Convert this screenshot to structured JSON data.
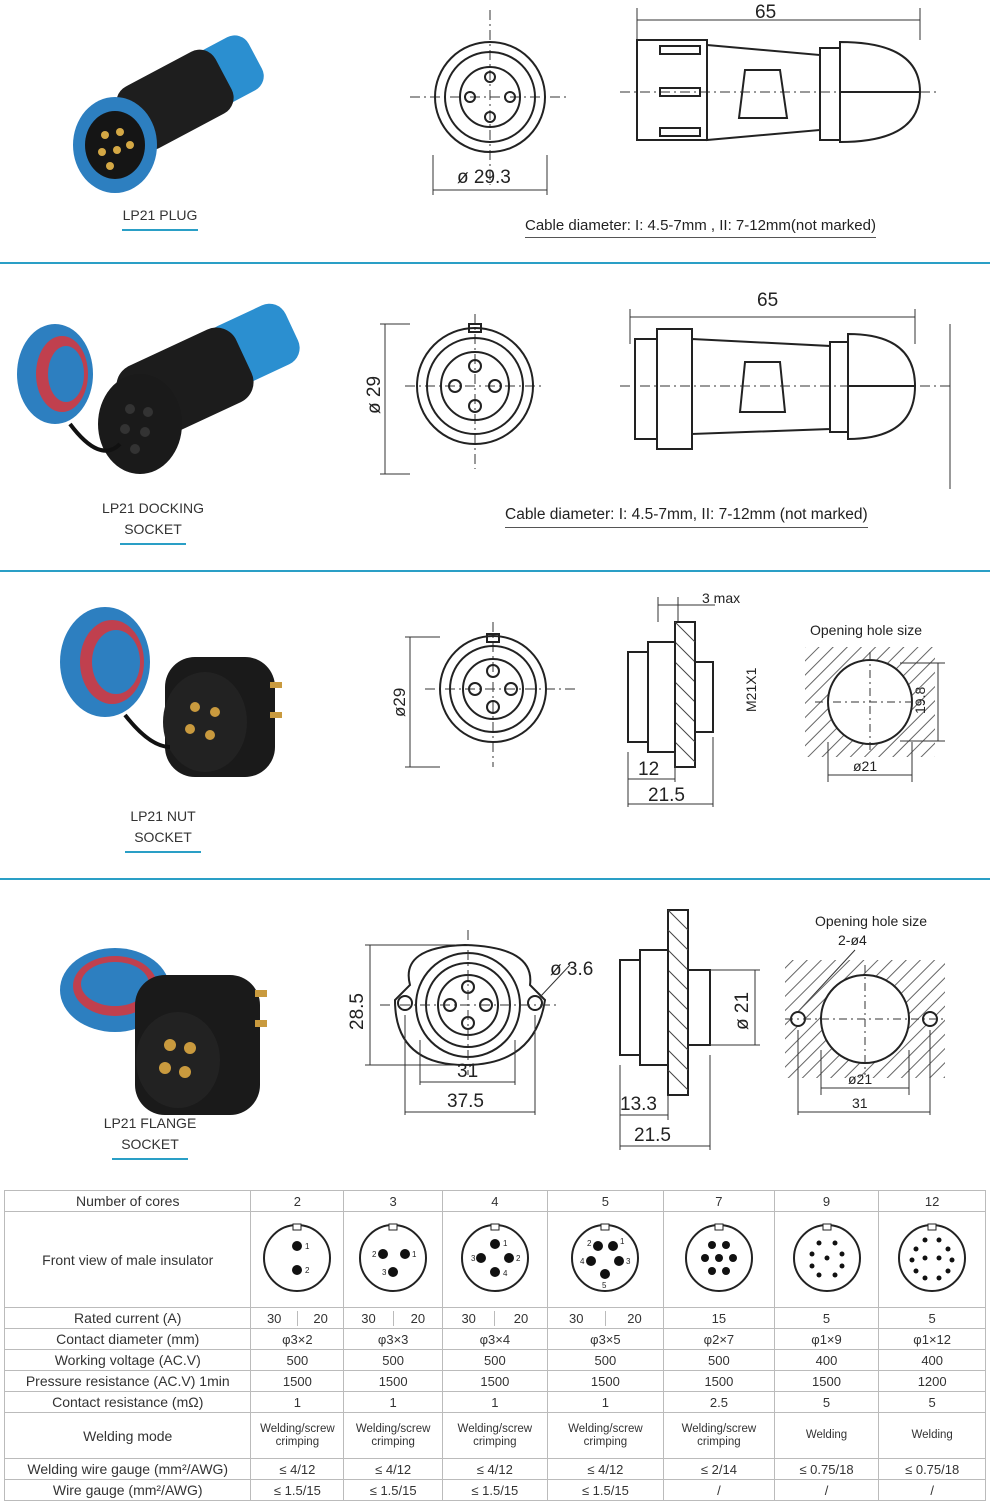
{
  "sections": [
    {
      "caption": "LP21 PLUG",
      "dim_length": "65",
      "dim_diameter": "ø 29.3",
      "cable_note": "Cable diameter: I: 4.5-7mm , II: 7-12mm(not marked)"
    },
    {
      "caption_line1": "LP21 DOCKING",
      "caption_line2": "SOCKET",
      "dim_length": "65",
      "dim_diameter": "ø 29",
      "cable_note": "Cable diameter: I: 4.5-7mm, II: 7-12mm (not marked)"
    },
    {
      "caption_line1": "LP21 NUT",
      "caption_line2": "SOCKET",
      "dim_diameter": "ø29",
      "dim_3max": "3 max",
      "dim_thread": "M21X1",
      "dim_12": "12",
      "dim_21_5": "21.5",
      "hole_title": "Opening  hole size",
      "hole_height": "19.8",
      "hole_dia": "ø21"
    },
    {
      "caption_line1": "LP21 FLANGE",
      "caption_line2": "SOCKET",
      "dim_28_5": "28.5",
      "dim_3_6": "ø 3.6",
      "dim_31": "31",
      "dim_37_5": "37.5",
      "dim_21": "ø 21",
      "dim_13_3": "13.3",
      "dim_21_5": "21.5",
      "hole_title": "Opening  hole size",
      "hole_holes": "2-ø4",
      "hole_dia": "ø21",
      "hole_width": "31"
    }
  ],
  "spec_table": {
    "row_labels": {
      "cores": "Number of cores",
      "front_view": "Front view of male insulator",
      "rated_current": "Rated current (A)",
      "contact_diameter": "Contact diameter (mm)",
      "working_voltage": "Working voltage (AC.V)",
      "pressure": "Pressure resistance (AC.V)  1min",
      "contact_resistance": "Contact resistance (mΩ)",
      "welding_mode": "Welding mode",
      "welding_wire": "Welding wire gauge (mm²/AWG)",
      "wire_gauge": "Wire gauge (mm²/AWG)"
    },
    "columns": [
      {
        "cores": "2",
        "current": [
          "30",
          "20"
        ],
        "contact_diameter": "φ3×2",
        "voltage": "500",
        "pressure": "1500",
        "resistance": "1",
        "welding": "Welding/screw crimping",
        "welding_wire": "≤ 4/12",
        "wire_gauge": "≤ 1.5/15"
      },
      {
        "cores": "3",
        "current": [
          "30",
          "20"
        ],
        "contact_diameter": "φ3×3",
        "voltage": "500",
        "pressure": "1500",
        "resistance": "1",
        "welding": "Welding/screw crimping",
        "welding_wire": "≤ 4/12",
        "wire_gauge": "≤ 1.5/15"
      },
      {
        "cores": "4",
        "current": [
          "30",
          "20"
        ],
        "contact_diameter": "φ3×4",
        "voltage": "500",
        "pressure": "1500",
        "resistance": "1",
        "welding": "Welding/screw crimping",
        "welding_wire": "≤ 4/12",
        "wire_gauge": "≤ 1.5/15"
      },
      {
        "cores": "5",
        "current": [
          "30",
          "20"
        ],
        "contact_diameter": "φ3×5",
        "voltage": "500",
        "pressure": "1500",
        "resistance": "1",
        "welding": "Welding/screw crimping",
        "welding_wire": "≤ 4/12",
        "wire_gauge": "≤ 1.5/15"
      },
      {
        "cores": "7",
        "current": [
          "15"
        ],
        "contact_diameter": "φ2×7",
        "voltage": "500",
        "pressure": "1500",
        "resistance": "2.5",
        "welding": "Welding/screw crimping",
        "welding_wire": "≤ 2/14",
        "wire_gauge": "/"
      },
      {
        "cores": "9",
        "current": [
          "5"
        ],
        "contact_diameter": "φ1×9",
        "voltage": "400",
        "pressure": "1500",
        "resistance": "5",
        "welding": "Welding",
        "welding_wire": "≤ 0.75/18",
        "wire_gauge": "/"
      },
      {
        "cores": "12",
        "current": [
          "5"
        ],
        "contact_diameter": "φ1×12",
        "voltage": "400",
        "pressure": "1200",
        "resistance": "5",
        "welding": "Welding",
        "welding_wire": "≤ 0.75/18",
        "wire_gauge": "/"
      }
    ]
  }
}
